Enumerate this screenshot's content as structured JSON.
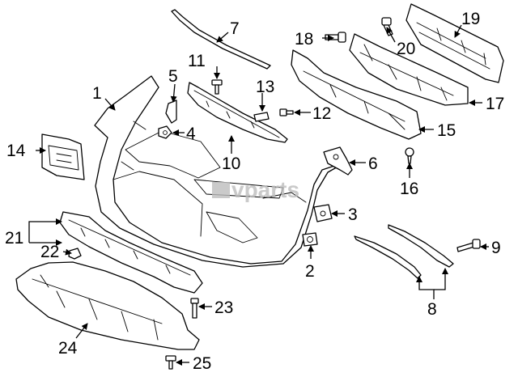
{
  "watermark": "vparts",
  "callouts": {
    "c1": "1",
    "c2": "2",
    "c3": "3",
    "c4": "4",
    "c5": "5",
    "c6": "6",
    "c7": "7",
    "c8": "8",
    "c9": "9",
    "c10": "10",
    "c11": "11",
    "c12": "12",
    "c13": "13",
    "c14": "14",
    "c15": "15",
    "c16": "16",
    "c17": "17",
    "c18": "18",
    "c19": "19",
    "c20": "20",
    "c21": "21",
    "c22": "22",
    "c23": "23",
    "c24": "24",
    "c25": "25"
  }
}
